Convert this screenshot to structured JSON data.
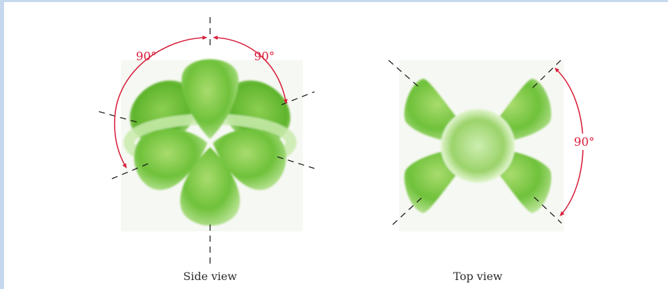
{
  "side_view": {
    "caption": "Side view",
    "angle_labels": [
      "90°",
      "90°"
    ]
  },
  "top_view": {
    "caption": "Top view",
    "angle_labels": [
      "90°"
    ]
  },
  "colors": {
    "lobe_fill": "#6fc13a",
    "lobe_light": "#b9e58a",
    "arc_color": "#d81e3a",
    "axis_color": "#1a1a1a",
    "frame_border": "#c6d8ee"
  }
}
